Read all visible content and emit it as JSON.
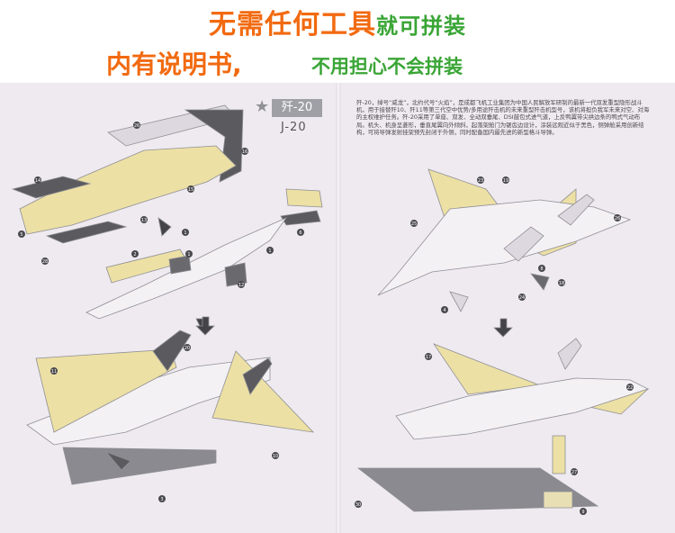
{
  "banner": {
    "line1_orange": "无需任何工具",
    "line1_green": "就可拼装",
    "line2_orange": "内有说明书,",
    "line2_green": "不用担心不会拼装"
  },
  "manual": {
    "model_name": "歼-20",
    "model_code": "J-20",
    "description": "歼-20，绰号“威龙”，北约代号“火焰”，是成都飞机工业集团为中国人民解放军研制的最新一代双发重型隐形战斗机，用于接替歼10、歼11等第三代空中优势/多用途歼击机的未来重型歼击机型号，该机将担负我军未来对空、对海的主权维护任务。歼-20采用了单座、双发、全动双垂尾、DSI鼓包式进气道，上反鸭翼带尖拱边条的鸭式气动布局。机头、机身呈菱形，垂直尾翼向外倾斜，起落架舱门为锯齿边设计，涂装远观近似于黑色，侧弹舱采用创新结构，可将导弹发射挂架预先封闭于外侧，同时配备国内最先进的新型格斗导弹。",
    "part_numbers_left": [
      "26",
      "16",
      "14",
      "15",
      "13",
      "5",
      "2",
      "1",
      "1",
      "28",
      "12",
      "6",
      "1",
      "11",
      "20",
      "3",
      "10"
    ],
    "part_numbers_right": [
      "23",
      "19",
      "25",
      "26",
      "8",
      "4",
      "24",
      "18",
      "17",
      "22",
      "30",
      "27",
      "9"
    ]
  },
  "colors": {
    "orange": "#f26a10",
    "green": "#3aa536",
    "sheet": "#efeaf0",
    "part_yellow": "#ece0a4",
    "part_dark": "#5b5b5f"
  }
}
